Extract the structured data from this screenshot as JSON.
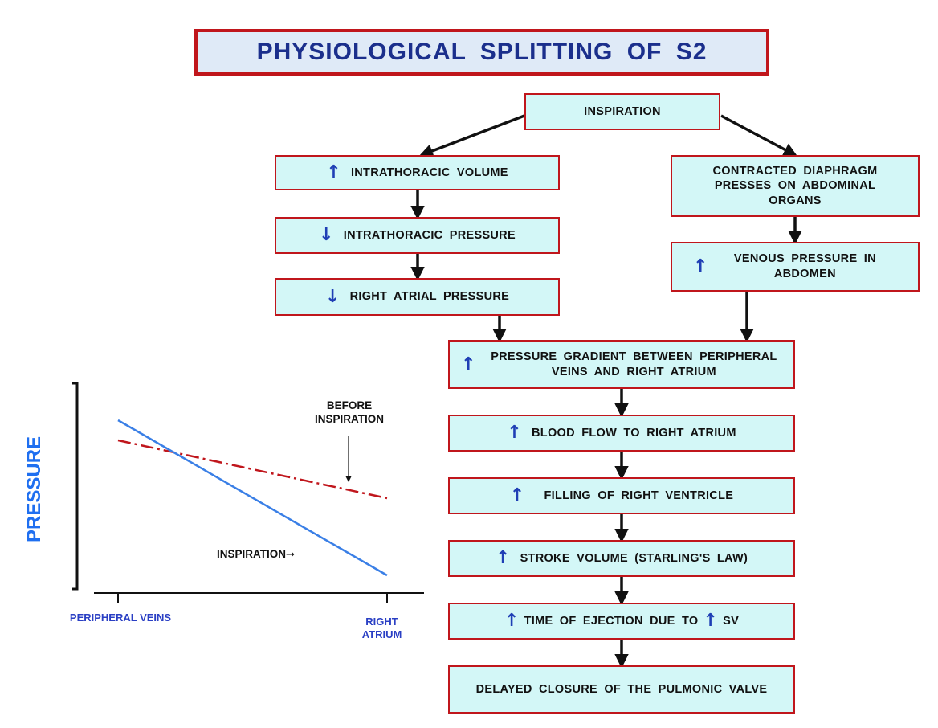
{
  "title": "PHYSIOLOGICAL SPLITTING OF S2",
  "flow": {
    "inspiration": "INSPIRATION",
    "left_chain": [
      {
        "arrow": "↑",
        "text": "INTRATHORACIC VOLUME"
      },
      {
        "arrow": "↓",
        "text": "INTRATHORACIC PRESSURE"
      },
      {
        "arrow": "↓",
        "text": "RIGHT ATRIAL PRESSURE"
      }
    ],
    "right_chain": [
      {
        "arrow": "",
        "text": "CONTRACTED DIAPHRAGM PRESSES ON ABDOMINAL ORGANS"
      },
      {
        "arrow": "↑",
        "text": "VENOUS PRESSURE IN ABDOMEN"
      }
    ],
    "main_chain": [
      {
        "arrow": "↑",
        "text": "PRESSURE GRADIENT BETWEEN PERIPHERAL VEINS AND RIGHT ATRIUM"
      },
      {
        "arrow": "↑",
        "text": "BLOOD FLOW TO RIGHT ATRIUM"
      },
      {
        "arrow": "↑",
        "text": "FILLING OF RIGHT VENTRICLE"
      },
      {
        "arrow": "↑",
        "text": "STROKE VOLUME (STARLING'S LAW)"
      },
      {
        "arrow": "↑",
        "text_before": "TIME OF EJECTION DUE TO",
        "inline_arrow": "↑",
        "text_after": "SV"
      },
      {
        "arrow": "",
        "text": "DELAYED CLOSURE OF THE PULMONIC VALVE"
      }
    ]
  },
  "graph": {
    "ylabel": "PRESSURE",
    "x_left_label": "PERIPHERAL VEINS",
    "x_right_label": "RIGHT ATRIUM",
    "before_label": "BEFORE INSPIRATION",
    "inspiration_label": "INSPIRATION",
    "label_arrow": "→",
    "colors": {
      "inspiration_line": "#3a7fe6",
      "before_line": "#c0161c",
      "axis": "#111111",
      "labels": "#2a3fc4"
    }
  }
}
